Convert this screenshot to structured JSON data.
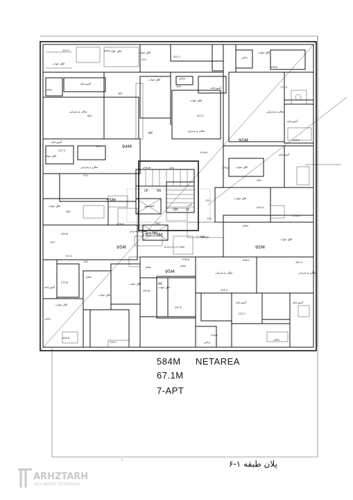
{
  "plan": {
    "room_labels": {
      "bedroom": "اتاق خواب",
      "kitchen": "آشپزخانه",
      "living": "سالن و پذیرایی",
      "terrace": "تراس",
      "bath": "حمام",
      "entrance": "ورودی",
      "lobby": "لابی",
      "elevator": "آسانسور",
      "wc": "WC"
    },
    "stair_labels": {
      "up": "UP",
      "down": "DN"
    },
    "unit_areas": {
      "a1": "94M",
      "a2": "95M",
      "a3": "55M",
      "a4": "95M",
      "a5": "95M",
      "a6": "95M",
      "a7": "67.75M",
      "a8": "8.54+1=17.54M",
      "a9": "17.84M"
    },
    "dimensions": [
      "425.3",
      "410",
      "301.1",
      "598.8",
      "770.5",
      "309",
      "407.1",
      "661",
      "227.5",
      "302.5",
      "570",
      "460",
      "240",
      "360",
      "509.4",
      "276.3",
      "120",
      "370",
      "260",
      "120",
      "558.2",
      "467.9",
      "709.3",
      "439.8",
      "335.5",
      "270.6",
      "250.8",
      "297.6",
      "222.7",
      "449.6",
      "326.7",
      "316.1",
      "243",
      "190",
      "381",
      "246.9"
    ],
    "summary": {
      "net_area": "584M",
      "net_area_label": "NETAREA",
      "area_value": "67.1M",
      "apartments": "7-APT"
    },
    "title": "پلان طبقه ۱-۶",
    "watermark": {
      "brand": "ARHZTARH",
      "rights": "ALL RIGHT RESERVED",
      "registered": "®"
    }
  }
}
